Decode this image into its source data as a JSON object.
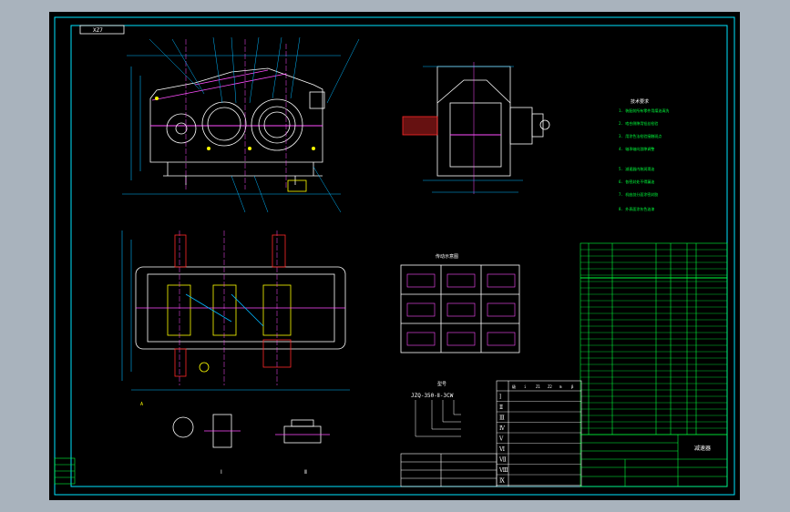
{
  "colors": {
    "background": "#000000",
    "frame": "#00e5ff",
    "geometry": "#ffffff",
    "dimension": "#00b7ff",
    "table": "#00ff3c",
    "magenta": "#ff4dff",
    "red": "#ff2a2a",
    "yellow": "#ffff00"
  },
  "labels": {
    "title_tab": "XZ7",
    "gear_layout_title": "传动示意图",
    "product_code": "JZQ-350-Ⅱ-3CW",
    "tech_requirements_title": "技术要求",
    "title_block_name": "减速器",
    "section_left": "Ⅰ",
    "section_right": "Ⅱ",
    "view_marker": "A",
    "model_marker": "型号"
  },
  "tech_requirements": [
    "1. 装配前所有零件用煤油清洗",
    "2. 啮合侧隙用铅丝检验",
    "3. 用涂色法检验接触斑点",
    "4. 轴承轴向游隙调整",
    "5. 减速器内装润滑油",
    "6. 各密封处不得漏油",
    "7. 机座剖分面涂密封胶",
    "8. 外表面涂灰色油漆"
  ],
  "ratio_table": {
    "headers": [
      "级",
      "i",
      "Z1",
      "Z2",
      "m",
      "β"
    ],
    "rows": [
      "Ⅰ",
      "Ⅱ",
      "Ⅲ",
      "Ⅳ",
      "Ⅴ",
      "Ⅵ",
      "Ⅶ",
      "Ⅷ",
      "Ⅸ"
    ]
  }
}
